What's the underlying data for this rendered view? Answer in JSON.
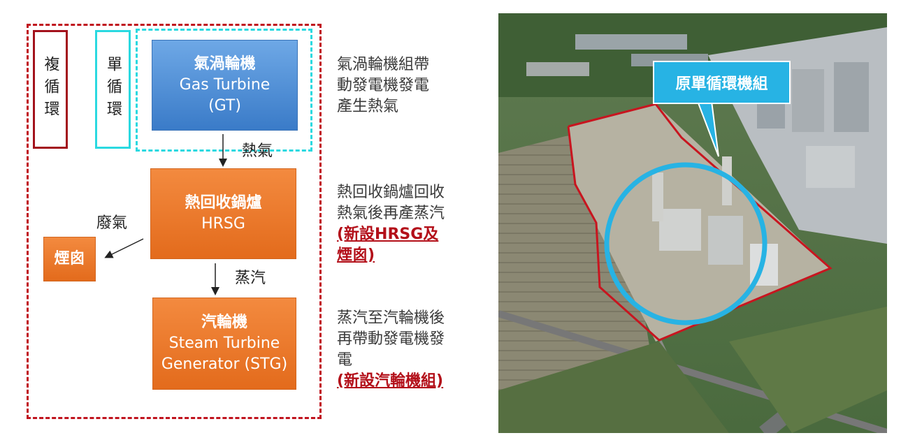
{
  "diagram": {
    "combined_cycle_label": "複循環",
    "simple_cycle_label": "單循環",
    "gas_turbine": {
      "zh": "氣渦輪機",
      "en_line1": "Gas Turbine",
      "en_line2": "(GT)"
    },
    "hrsg": {
      "zh": "熱回收鍋爐",
      "en": "HRSG"
    },
    "steam_turbine": {
      "zh": "汽輪機",
      "en_line1": "Steam Turbine",
      "en_line2": "Generator (STG)"
    },
    "stack": "煙囪",
    "arrow_labels": {
      "heat": "熱氣",
      "exhaust": "廢氣",
      "steam": "蒸汽"
    },
    "descriptions": {
      "gt": {
        "line1": "氣渦輪機組帶",
        "line2": "動發電機發電",
        "line3": "產生熱氣"
      },
      "hrsg": {
        "line1": "熱回收鍋爐回收",
        "line2": "熱氣後再產蒸汽",
        "note1": "(新設HRSG及",
        "note2": "煙囪)"
      },
      "stg": {
        "line1": "蒸汽至汽輪機後",
        "line2": "再帶動發電機發",
        "line3": "電",
        "note": "(新設汽輪機組)"
      }
    },
    "colors": {
      "combined_frame": "#c0141e",
      "simple_frame": "#2ad9e0",
      "gt_fill": "#4a8fd8",
      "hrsg_fill": "#ec7a2c"
    }
  },
  "photo": {
    "callout": "原單循環機組",
    "outline_color": "#c8151f",
    "circle_color": "#27b3e4"
  }
}
